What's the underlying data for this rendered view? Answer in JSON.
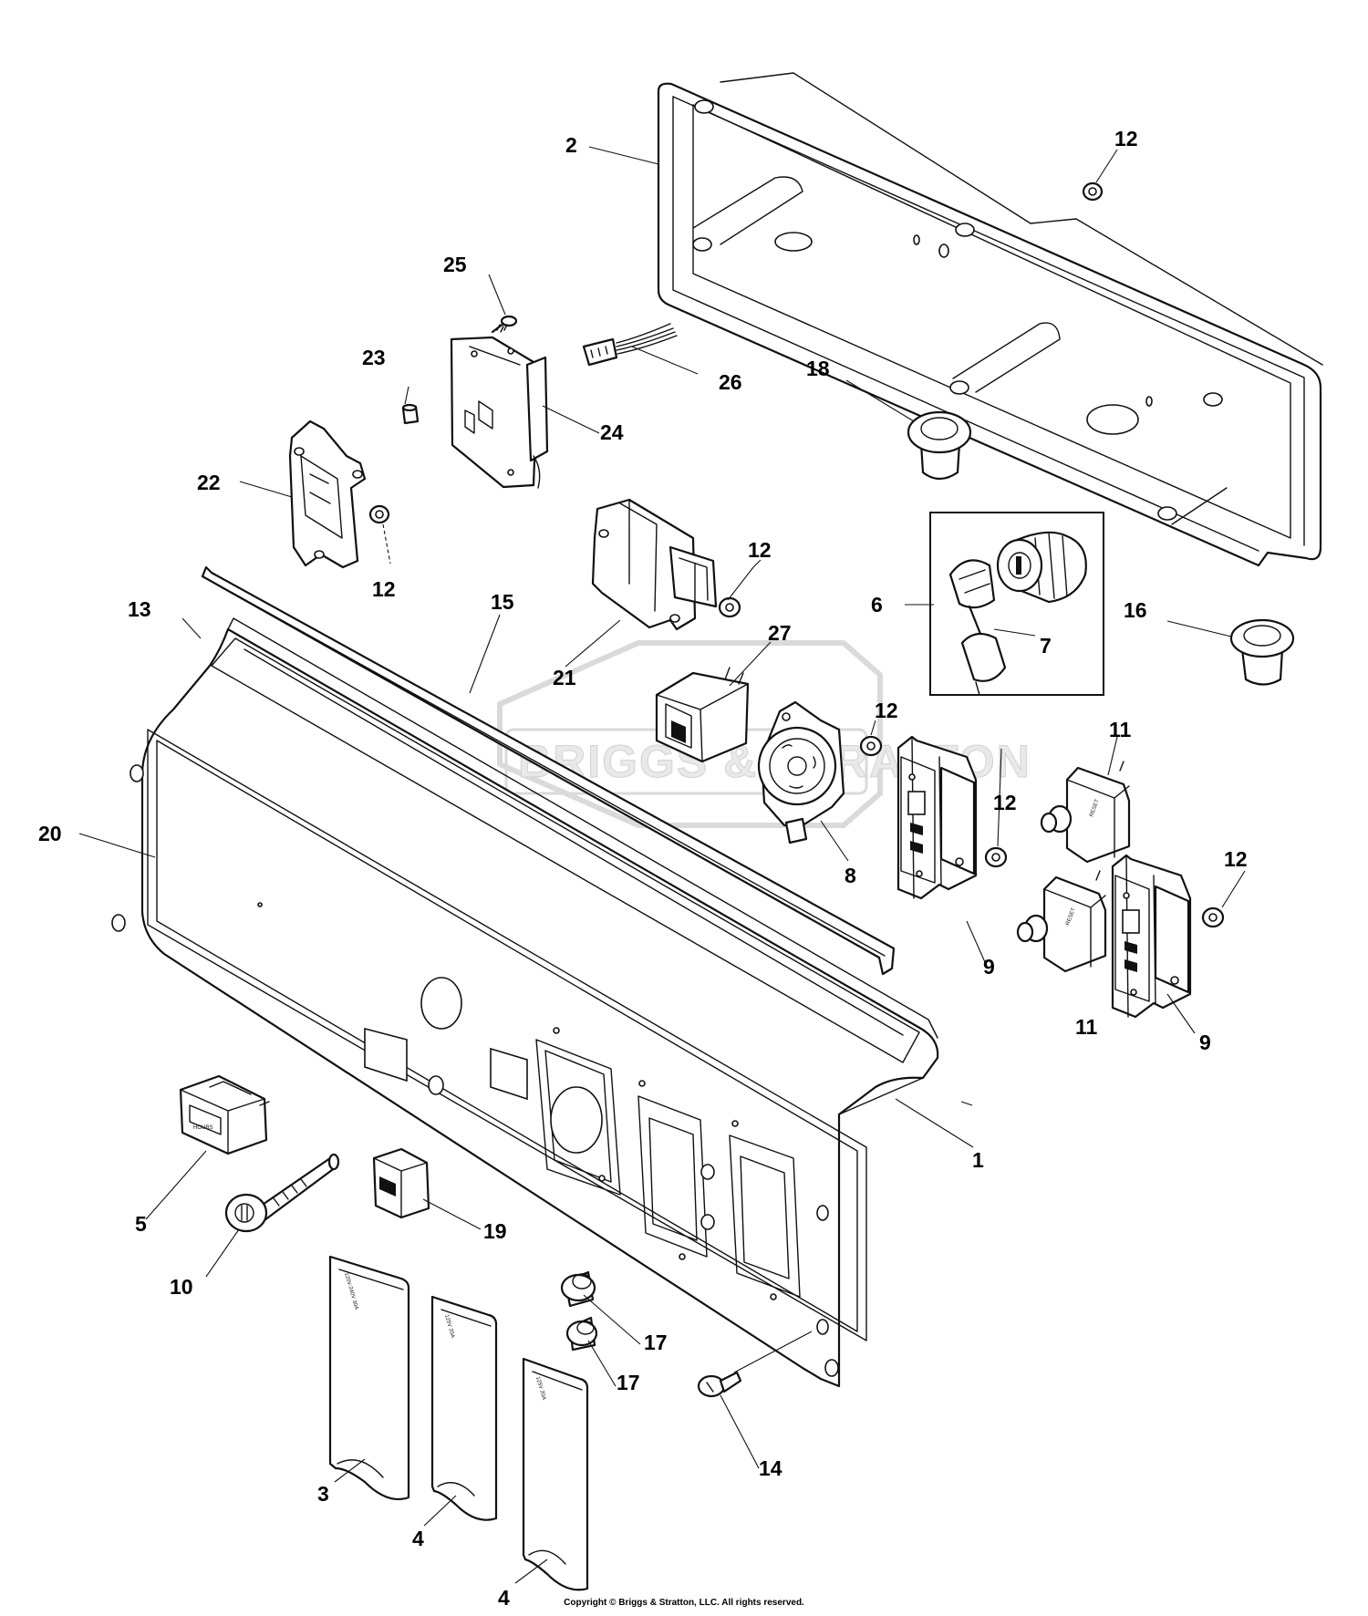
{
  "watermark": "BRIGGS & STRATTON",
  "copyright": "Copyright © Briggs & Stratton, LLC. All rights reserved.",
  "callouts": {
    "c1": "1",
    "c2": "2",
    "c3": "3",
    "c4a": "4",
    "c4b": "4",
    "c5": "5",
    "c6": "6",
    "c7": "7",
    "c8": "8",
    "c9a": "9",
    "c9b": "9",
    "c10": "10",
    "c11a": "11",
    "c11b": "11",
    "c12a": "12",
    "c12b": "12",
    "c12c": "12",
    "c12d": "12",
    "c12e": "12",
    "c12f": "12",
    "c13": "13",
    "c14": "14",
    "c15": "15",
    "c16": "16",
    "c17a": "17",
    "c17b": "17",
    "c18": "18",
    "c19": "19",
    "c20": "20",
    "c21": "21",
    "c22": "22",
    "c23": "23",
    "c24": "24",
    "c25": "25",
    "c26": "26",
    "c27": "27"
  },
  "cover_labels": {
    "cover3": "120V-240V 30A",
    "cover4a": "125V 20A",
    "cover4b": "125V 20A"
  },
  "hourmeter_label": "HOURS",
  "breaker_label": "RESET"
}
